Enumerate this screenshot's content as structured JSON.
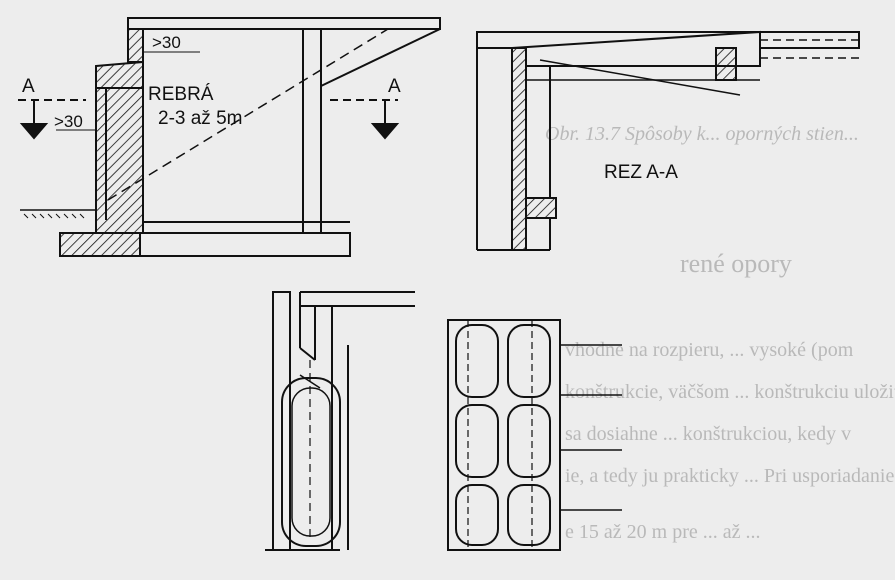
{
  "labels": {
    "section_a_left": "A",
    "section_a_right": "A",
    "dim_top": ">30",
    "dim_left": ">30",
    "rebra_title": "REBRÁ",
    "rebra_spacing": "2-3 až 5m",
    "rez_title": "REZ A-A"
  },
  "background_text": {
    "caption": "Obr. 13.7 Spôsoby k... oporných stien...",
    "heading": "rené opory",
    "line1": "vhodne na rozpieru, ... vysoké (pom",
    "line2": "konštrukcie, väčšom ... konštrukciu uložiť",
    "line3": "sa dosiahne ... konštrukciou, kedy v",
    "line4": "ie, a tedy ju prakticky ... Pri usporiadanie sa c",
    "line5": "e 15 až 20 m pre ... až ..."
  },
  "colors": {
    "ink": "#111111",
    "paper": "#ededed",
    "ghost": "#b9b9b9"
  }
}
